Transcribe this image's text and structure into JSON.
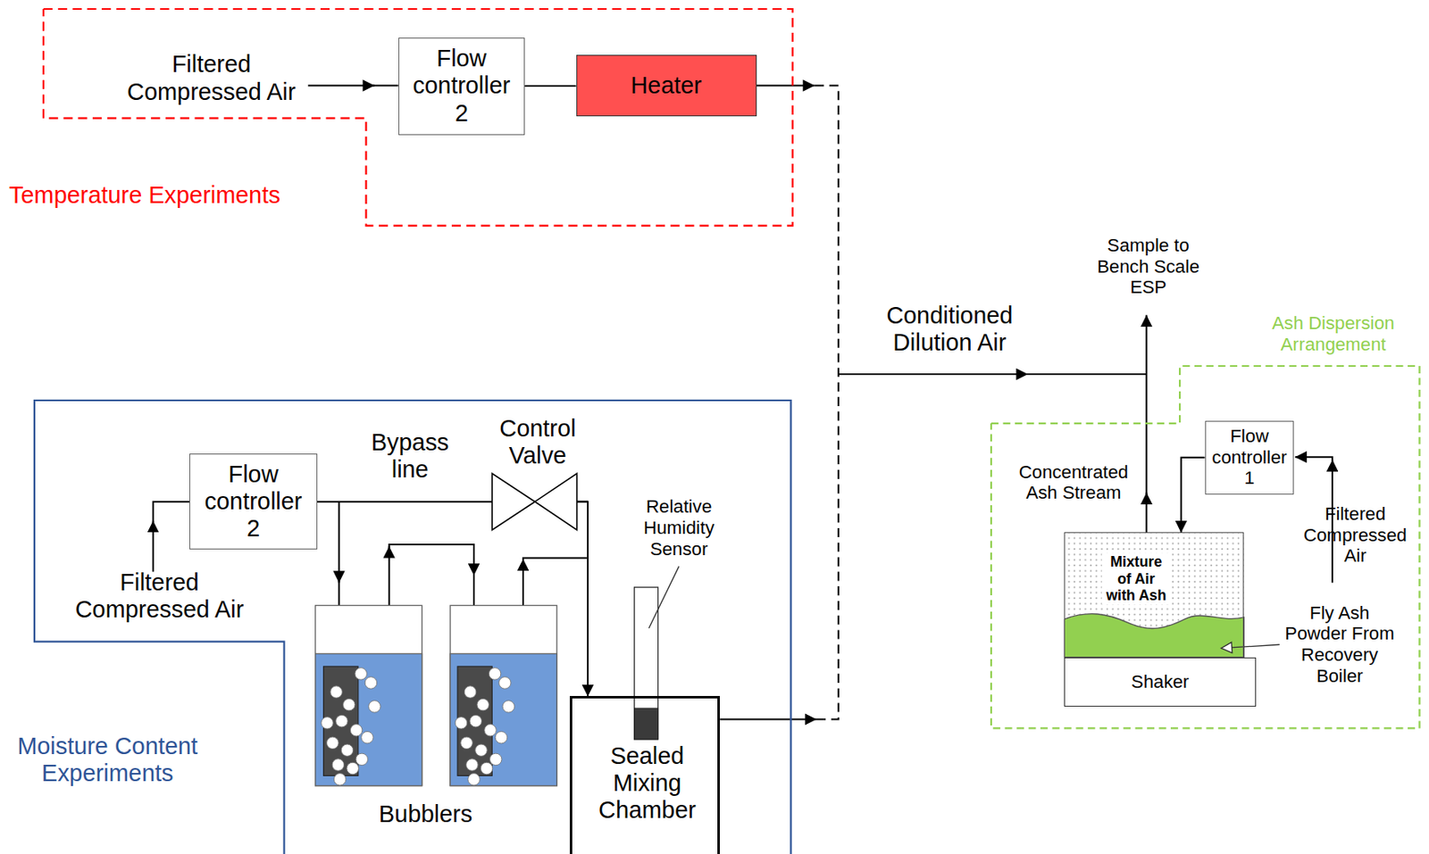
{
  "diagram": {
    "nodes": [
      {
        "text": [
          "Temperature Experiments"
        ]
      },
      {
        "text": [
          "Flow controller 2"
        ],
        "in": 0
      },
      {
        "text": [
          "Heater"
        ],
        "in": 0
      },
      {
        "text": [
          "Moisture Content Experiments"
        ]
      },
      {
        "text": [
          "Flow controller 2"
        ],
        "in": 3
      },
      {
        "text": [
          "Sealed Mixing Chamber"
        ],
        "in": 3
      },
      {
        "text": [
          "Ash Dispersion Arrangement"
        ]
      },
      {
        "text": [
          "Flow controller 1"
        ],
        "in": 6
      },
      {
        "text": [
          "Mixture of Air with Ash"
        ],
        "in": 6
      },
      {
        "text": [
          "Shaker"
        ],
        "in": 6
      }
    ],
    "edges": [
      {
        "from": 1,
        "to": 2,
        "arrow": "none"
      },
      {
        "from": 4,
        "to": 5,
        "arrow": "to"
      },
      {
        "from": 7,
        "to": 8,
        "arrow": "to"
      }
    ],
    "labels": [
      "Filtered Compressed Air",
      "Conditioned Dilution Air",
      "Sample to Bench Scale ESP",
      "Concentrated Ash Stream",
      "Filtered Compressed Air",
      "Fly Ash Powder From Recovery Boiler",
      "Bypass line",
      "Control Valve",
      "Relative Humidity Sensor",
      "Filtered Compressed Air",
      "Bubblers"
    ]
  }
}
